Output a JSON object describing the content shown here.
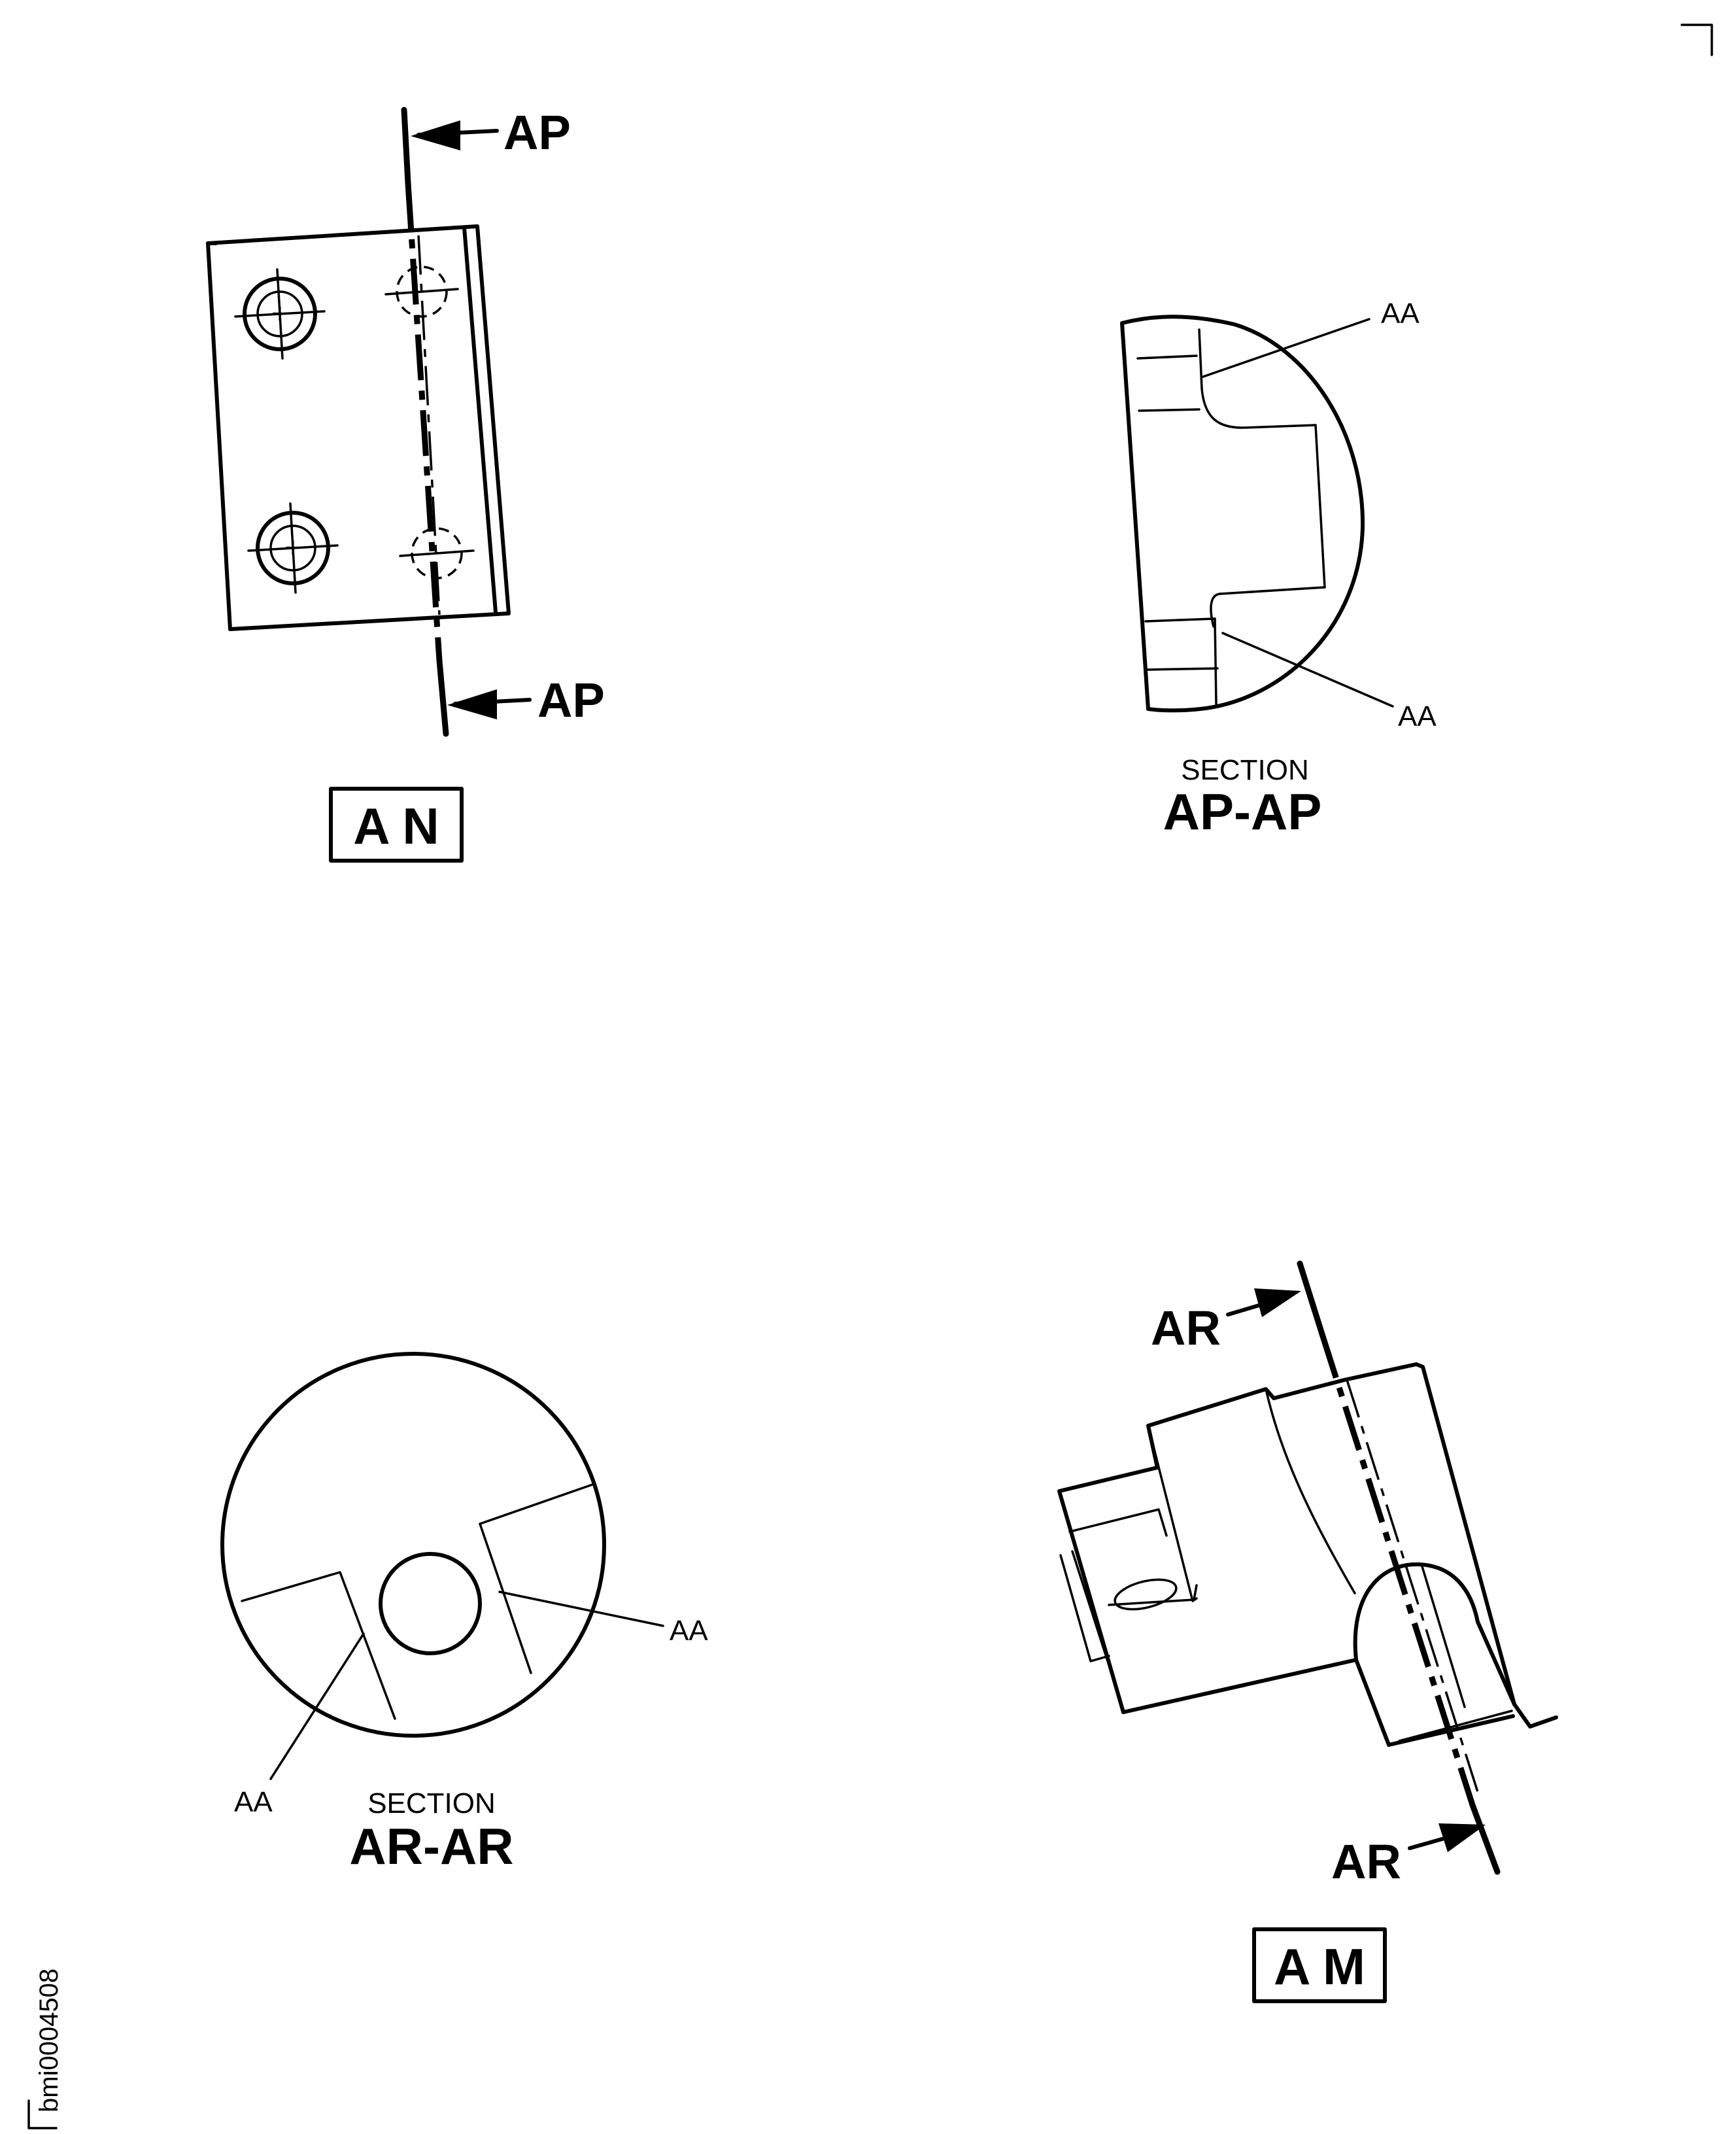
{
  "views": {
    "an": {
      "label": "A N",
      "cut_top": "AP",
      "cut_bottom": "AP"
    },
    "ap_section": {
      "caption_small": "SECTION",
      "caption_big": "AP-AP",
      "callout_top": "AA",
      "callout_bottom": "AA"
    },
    "ar_section": {
      "caption_small": "SECTION",
      "caption_big": "AR-AR",
      "callout_right": "AA",
      "callout_left": "AA"
    },
    "am": {
      "label": "A M",
      "cut_top": "AR",
      "cut_bottom": "AR"
    }
  },
  "drawing_id": "bmi0004508"
}
